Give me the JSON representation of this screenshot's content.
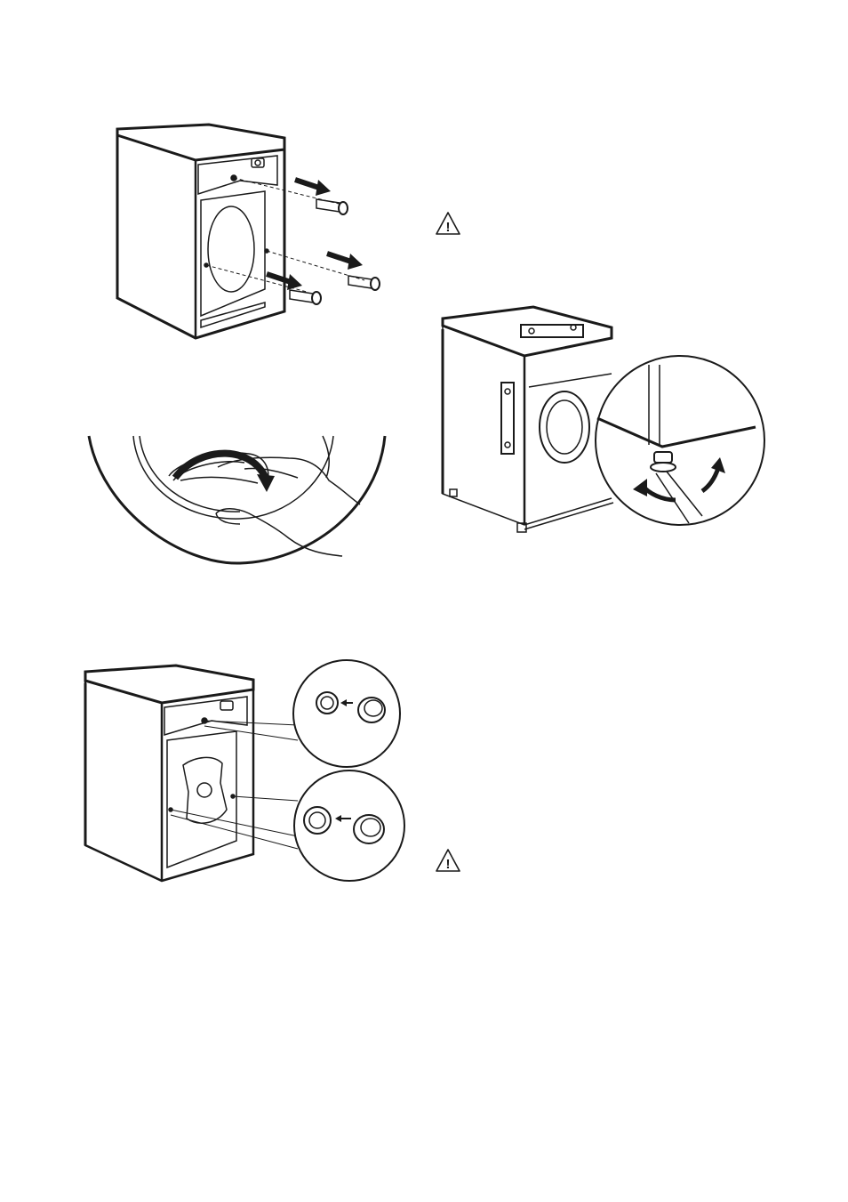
{
  "figures": [
    {
      "id": "remove-transit-bolts",
      "icon": "washer-rear-bolts-illustration"
    },
    {
      "id": "rotate-drum",
      "icon": "hand-rotating-drum-illustration"
    },
    {
      "id": "level-feet",
      "icon": "washer-level-adjust-feet-illustration"
    },
    {
      "id": "insert-plugs",
      "icon": "washer-rear-plugs-illustration"
    }
  ],
  "warnings": [
    {
      "icon": "warning-triangle-icon",
      "symbol": "!"
    },
    {
      "icon": "warning-triangle-icon",
      "symbol": "!"
    }
  ],
  "colors": {
    "ink": "#1a1a1a",
    "background": "#ffffff"
  }
}
